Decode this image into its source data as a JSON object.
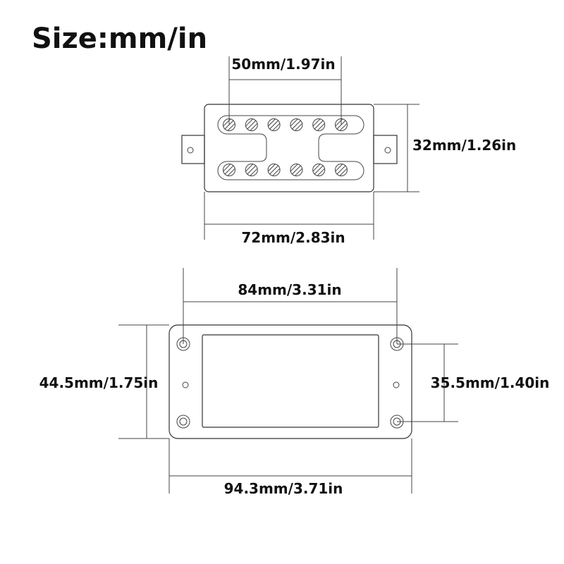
{
  "title": "Size:mm/in",
  "top_pickup": {
    "pole_spacing_label": "50mm/1.97in",
    "height_label": "32mm/1.26in",
    "width_label": "72mm/2.83in"
  },
  "bottom_frame": {
    "hole_spacing_label": "84mm/3.31in",
    "height_label": "44.5mm/1.75in",
    "inner_hole_spacing_label": "35.5mm/1.40in",
    "width_label": "94.3mm/3.71in"
  }
}
